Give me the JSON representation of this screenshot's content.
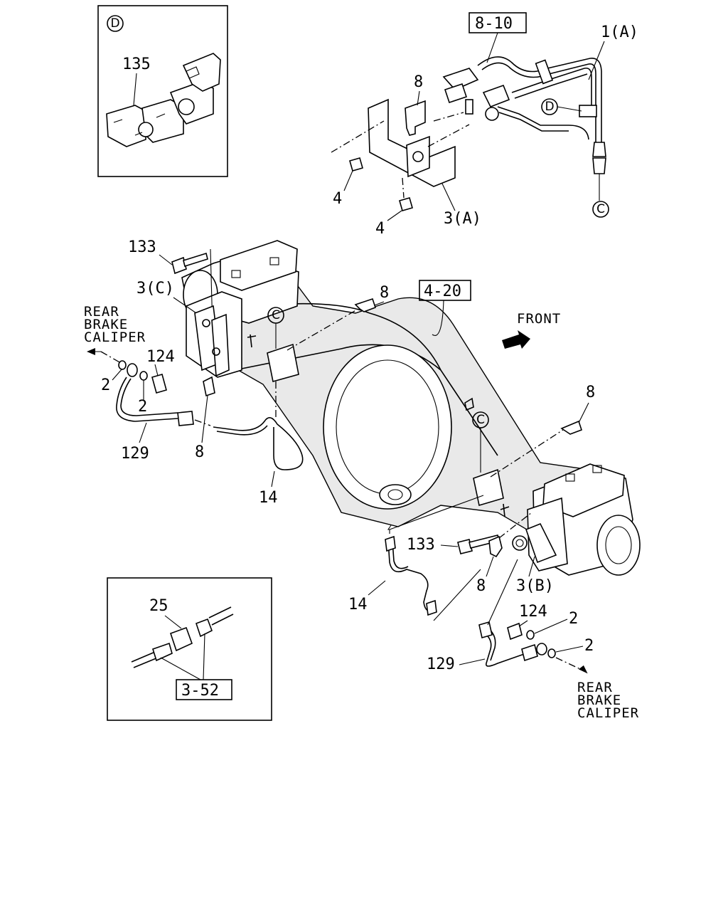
{
  "callouts": {
    "ref_8_10": "8-10",
    "ref_4_20": "4-20",
    "ref_3_52": "3-52",
    "part_1a": "1(A)",
    "part_3a": "3(A)",
    "part_3b": "3(B)",
    "part_3c": "3(C)",
    "part_4_top": "4",
    "part_4_bottom": "4",
    "part_8_top": "8",
    "part_8_mid_right": "8",
    "part_8_mid": "8",
    "part_8_left": "8",
    "part_8_lower": "8",
    "part_133_left": "133",
    "part_133_right": "133",
    "part_124_left": "124",
    "part_124_right": "124",
    "part_2_left_a": "2",
    "part_2_left_b": "2",
    "part_2_right_a": "2",
    "part_2_right_b": "2",
    "part_129_left": "129",
    "part_129_right": "129",
    "part_14_left": "14",
    "part_14_right": "14",
    "part_135": "135",
    "part_25": "25"
  },
  "markers": {
    "d_inset": "D",
    "d_pipe": "D",
    "c_pipe": "C",
    "c_axle_left": "C",
    "c_axle_mid": "C"
  },
  "notes": {
    "front": "FRONT",
    "rear_brake_caliper_left": [
      "REAR",
      "BRAKE",
      "CALIPER"
    ],
    "rear_brake_caliper_right": [
      "REAR",
      "BRAKE",
      "CALIPER"
    ]
  }
}
